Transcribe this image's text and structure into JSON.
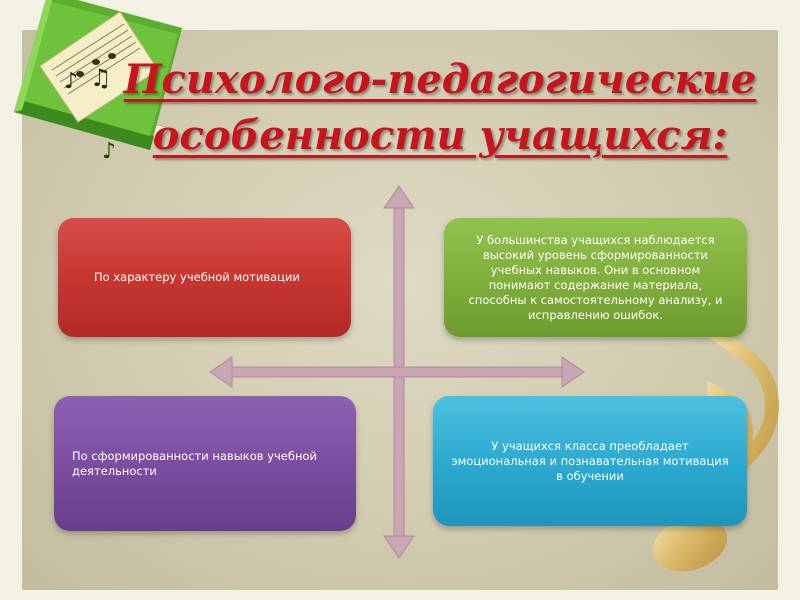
{
  "slide": {
    "title_line1": "Психолого-педагогические",
    "title_line2": "особенности учащихся:"
  },
  "boxes": {
    "top_left": "По характеру учебной мотивации",
    "top_right": "У большинства учащихся наблюдается высокий уровень сформированности учебных навыков. Они в основном понимают содержание материала, способны к самостоятельному анализу, и исправлению ошибок.",
    "bottom_left": "По сформированности навыков учебной деятельности",
    "bottom_right": "У учащихся класса преобладает эмоциональная и познавательная мотивация в обучении"
  },
  "colors": {
    "title": "#c8141c",
    "red_box": "#c63530",
    "green_box": "#7fae3b",
    "purple_box": "#7a4c9f",
    "cyan_box": "#2ba8cf",
    "arrows": "#c9a6b4"
  },
  "decorations": {
    "book_icon": "music-book-icon",
    "note_icon": "musical-note-icon"
  }
}
